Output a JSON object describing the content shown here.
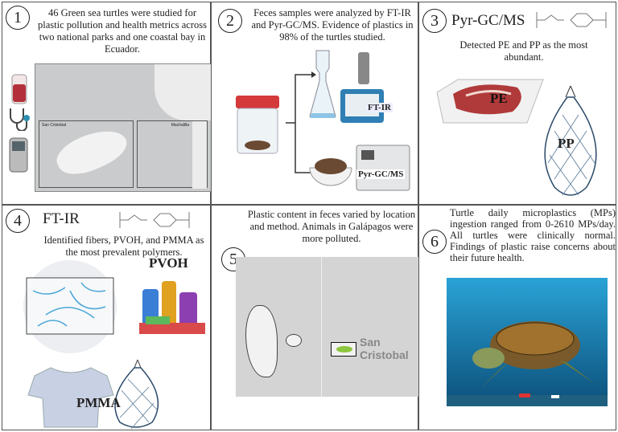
{
  "panels": [
    {
      "number": "1",
      "text": "46 Green sea turtles were studied for plastic pollution and health metrics across two national parks and one coastal bay in Ecuador.",
      "map_labels": {
        "inset_left": "San Cristobal",
        "inset_right": "Machalilla"
      }
    },
    {
      "number": "2",
      "text": "Feces samples were analyzed by FT-IR and Pyr-GC/MS. Evidence of plastics in 98% of the turtles studied.",
      "instrument_labels": [
        "FT-IR",
        "Pyr-GC/MS"
      ]
    },
    {
      "number": "3",
      "heading": "Pyr-GC/MS",
      "text": "Detected PE and PP as the most abundant.",
      "labels": [
        "PE",
        "PP"
      ]
    },
    {
      "number": "4",
      "heading": "FT-IR",
      "text": "Identified fibers, PVOH, and PMMA as the most prevalent polymers.",
      "labels": [
        "PVOH",
        "PMMA"
      ]
    },
    {
      "number": "5",
      "text": "Plastic content in feces varied by location and method. Animals in Galápagos were more polluted.",
      "map_label": "San Cristobal"
    },
    {
      "number": "6",
      "text": "Turtle daily microplastics (MPs) ingestion ranged from 0-2610 MPs/day. All turtles were clinically normal. Findings of plastic raise concerns about their future health."
    }
  ]
}
